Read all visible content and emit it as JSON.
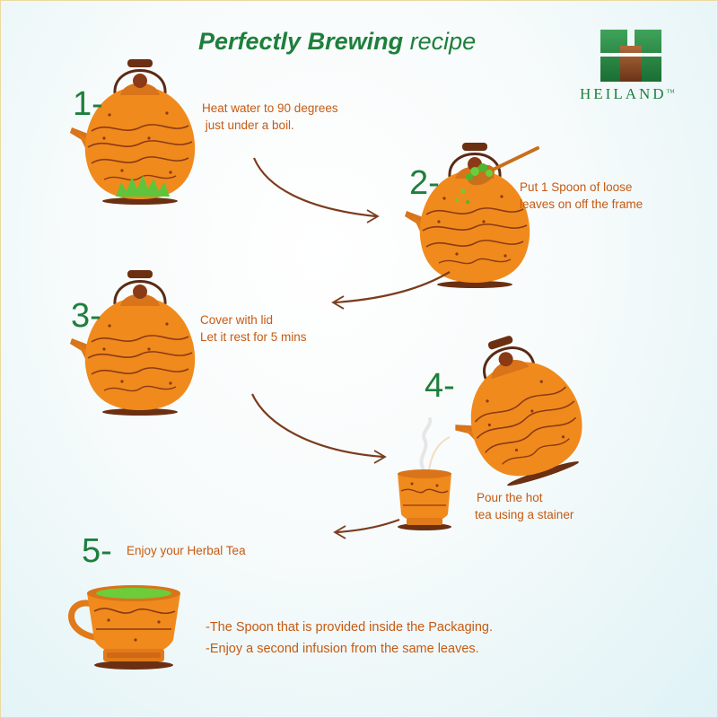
{
  "title": {
    "bold": "Perfectly Brewing",
    "light": " recipe"
  },
  "brand": {
    "name": "HEILAND",
    "tm": "TM",
    "colors": {
      "green": "#1e7f3c",
      "brown": "#7a3c1e"
    }
  },
  "colors": {
    "accent_orange": "#f08a1c",
    "text_orange": "#c65a12",
    "step_green": "#1e7f3c",
    "arrow_brown": "#7a3c1e"
  },
  "steps": [
    {
      "number": "1-",
      "lines": [
        "Heat water to 90 degrees",
        " just under a boil."
      ]
    },
    {
      "number": "2-",
      "lines": [
        "Put 1 Spoon of loose",
        "leaves on off the frame"
      ]
    },
    {
      "number": "3-",
      "lines": [
        "Cover with lid",
        "Let it rest for 5 mins"
      ]
    },
    {
      "number": "4-",
      "lines": [
        "Pour the hot",
        "tea using a stainer"
      ]
    },
    {
      "number": "5-",
      "lines": [
        "Enjoy your Herbal Tea"
      ]
    }
  ],
  "notes": [
    "-The Spoon that is provided inside the Packaging.",
    "-Enjoy a second infusion from the same leaves."
  ]
}
